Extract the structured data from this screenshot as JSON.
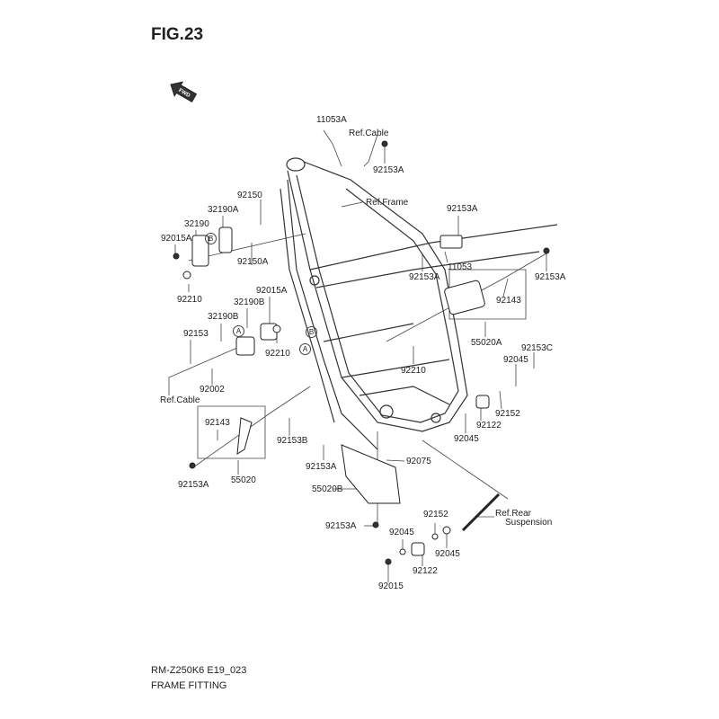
{
  "figure": {
    "title": "FIG.23",
    "fwd_label": "FWD"
  },
  "labels": [
    {
      "id": "11053A-top",
      "text": "11053A"
    },
    {
      "id": "ref-cable-top",
      "text": "Ref.Cable"
    },
    {
      "id": "92153A-top",
      "text": "92153A"
    },
    {
      "id": "ref-frame",
      "text": "Ref.Frame"
    },
    {
      "id": "92150",
      "text": "92150"
    },
    {
      "id": "32190A",
      "text": "32190A"
    },
    {
      "id": "32190",
      "text": "32190"
    },
    {
      "id": "92015A-left",
      "text": "92015A"
    },
    {
      "id": "92150A",
      "text": "92150A"
    },
    {
      "id": "92210-left",
      "text": "92210"
    },
    {
      "id": "92015A-mid",
      "text": "92015A"
    },
    {
      "id": "32190B-upper",
      "text": "32190B"
    },
    {
      "id": "32190B-lower",
      "text": "32190B"
    },
    {
      "id": "92153",
      "text": "92153"
    },
    {
      "id": "92210-mid",
      "text": "92210"
    },
    {
      "id": "92002",
      "text": "92002"
    },
    {
      "id": "ref-cable-left",
      "text": "Ref.Cable"
    },
    {
      "id": "92153A-right-top",
      "text": "92153A"
    },
    {
      "id": "11053",
      "text": "11053"
    },
    {
      "id": "92153A-right-left",
      "text": "92153A"
    },
    {
      "id": "92153A-right-far",
      "text": "92153A"
    },
    {
      "id": "92143-right",
      "text": "92143"
    },
    {
      "id": "55020A",
      "text": "55020A"
    },
    {
      "id": "92210-center",
      "text": "92210"
    },
    {
      "id": "92153C",
      "text": "92153C"
    },
    {
      "id": "92045-right",
      "text": "92045"
    },
    {
      "id": "92152-right",
      "text": "92152"
    },
    {
      "id": "92122-right",
      "text": "92122"
    },
    {
      "id": "92045-center",
      "text": "92045"
    },
    {
      "id": "92143-left",
      "text": "92143"
    },
    {
      "id": "92153B",
      "text": "92153B"
    },
    {
      "id": "55020",
      "text": "55020"
    },
    {
      "id": "92153A-left-bottom",
      "text": "92153A"
    },
    {
      "id": "92153A-plate",
      "text": "92153A"
    },
    {
      "id": "92075",
      "text": "92075"
    },
    {
      "id": "55020B",
      "text": "55020B"
    },
    {
      "id": "92153A-bottom",
      "text": "92153A"
    },
    {
      "id": "92152-bottom",
      "text": "92152"
    },
    {
      "id": "92045-bottom-left",
      "text": "92045"
    },
    {
      "id": "ref-rear",
      "text": "Ref.Rear"
    },
    {
      "id": "suspension",
      "text": "Suspension"
    },
    {
      "id": "92045-bottom-right",
      "text": "92045"
    },
    {
      "id": "92122-bottom",
      "text": "92122"
    },
    {
      "id": "92015",
      "text": "92015"
    }
  ],
  "markers": [
    "B",
    "A",
    "B",
    "A"
  ],
  "footer": {
    "code": "RM-Z250K6 E19_023",
    "name": "FRAME FITTING"
  }
}
